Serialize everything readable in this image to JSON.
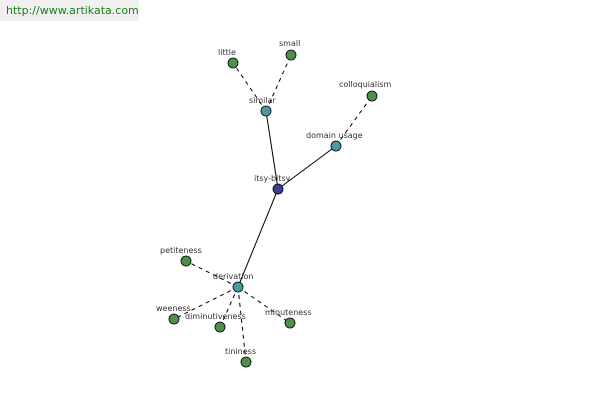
{
  "header": {
    "url": "http://www.artikata.com"
  },
  "colors": {
    "root": "#3a3f8f",
    "relation": "#4a9aa3",
    "term": "#4f8f4a",
    "url_text": "#1a7f1a"
  },
  "graph": {
    "nodes": [
      {
        "id": "root",
        "label": "itsy-bitsy",
        "kind": "root"
      },
      {
        "id": "similar",
        "label": "similar",
        "kind": "relation"
      },
      {
        "id": "domain-usage",
        "label": "domain usage",
        "kind": "relation"
      },
      {
        "id": "derivation",
        "label": "derivation",
        "kind": "relation"
      },
      {
        "id": "little",
        "label": "little",
        "kind": "term"
      },
      {
        "id": "small",
        "label": "small",
        "kind": "term"
      },
      {
        "id": "colloquialism",
        "label": "colloquialism",
        "kind": "term"
      },
      {
        "id": "petiteness",
        "label": "petiteness",
        "kind": "term"
      },
      {
        "id": "weeness",
        "label": "weeness",
        "kind": "term"
      },
      {
        "id": "diminutiveness",
        "label": "diminutiveness",
        "kind": "term"
      },
      {
        "id": "minuteness",
        "label": "minuteness",
        "kind": "term"
      },
      {
        "id": "tininess",
        "label": "tininess",
        "kind": "term"
      }
    ],
    "edges": [
      {
        "from": "root",
        "to": "similar",
        "style": "solid"
      },
      {
        "from": "root",
        "to": "domain-usage",
        "style": "solid"
      },
      {
        "from": "root",
        "to": "derivation",
        "style": "solid"
      },
      {
        "from": "similar",
        "to": "little",
        "style": "dashed"
      },
      {
        "from": "similar",
        "to": "small",
        "style": "dashed"
      },
      {
        "from": "domain-usage",
        "to": "colloquialism",
        "style": "dashed"
      },
      {
        "from": "derivation",
        "to": "petiteness",
        "style": "dashed"
      },
      {
        "from": "derivation",
        "to": "weeness",
        "style": "dashed"
      },
      {
        "from": "derivation",
        "to": "diminutiveness",
        "style": "dashed"
      },
      {
        "from": "derivation",
        "to": "minuteness",
        "style": "dashed"
      },
      {
        "from": "derivation",
        "to": "tininess",
        "style": "dashed"
      }
    ]
  }
}
